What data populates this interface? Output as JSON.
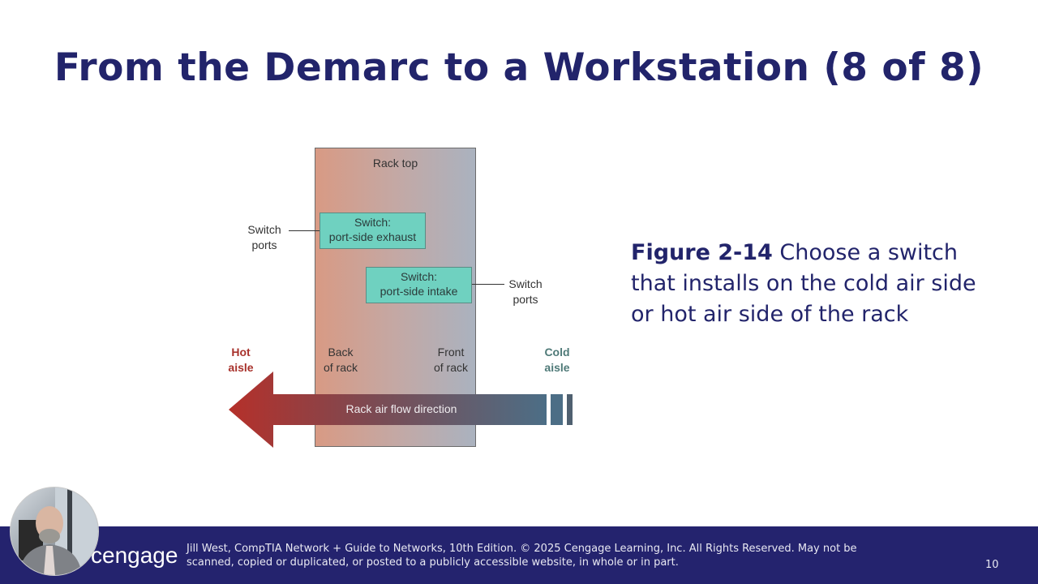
{
  "slide": {
    "title": "From the Demarc to a Workstation (8 of 8)",
    "page_number": "10"
  },
  "figure": {
    "rack_top": "Rack top",
    "switch_ports_left": [
      "Switch",
      "ports"
    ],
    "switch_ports_right": [
      "Switch",
      "ports"
    ],
    "switch_exhaust": [
      "Switch:",
      "port-side exhaust"
    ],
    "switch_intake": [
      "Switch:",
      "port-side intake"
    ],
    "hot_aisle": [
      "Hot",
      "aisle"
    ],
    "cold_aisle": [
      "Cold",
      "aisle"
    ],
    "back_of_rack": [
      "Back",
      "of rack"
    ],
    "front_of_rack": [
      "Front",
      "of rack"
    ],
    "airflow_label": "Rack air flow direction",
    "colors": {
      "hot": "#a8322c",
      "cold": "#4f7a78",
      "switch": "#6fd1c0"
    }
  },
  "caption": {
    "figure_ref": "Figure 2-14",
    "text": " Choose a switch that installs on the cold air side or hot air side of the rack"
  },
  "footer": {
    "logo": "cengage",
    "copyright_line1": "Jill West, CompTIA Network + Guide to Networks, 10th Edition. © 2025 Cengage Learning, Inc. All Rights Reserved. May not be",
    "copyright_line2": "scanned, copied or duplicated, or posted to a publicly accessible website, in whole or in part.",
    "brand_color": "#24236e"
  },
  "presenter": {
    "label": "presenter-webcam"
  }
}
